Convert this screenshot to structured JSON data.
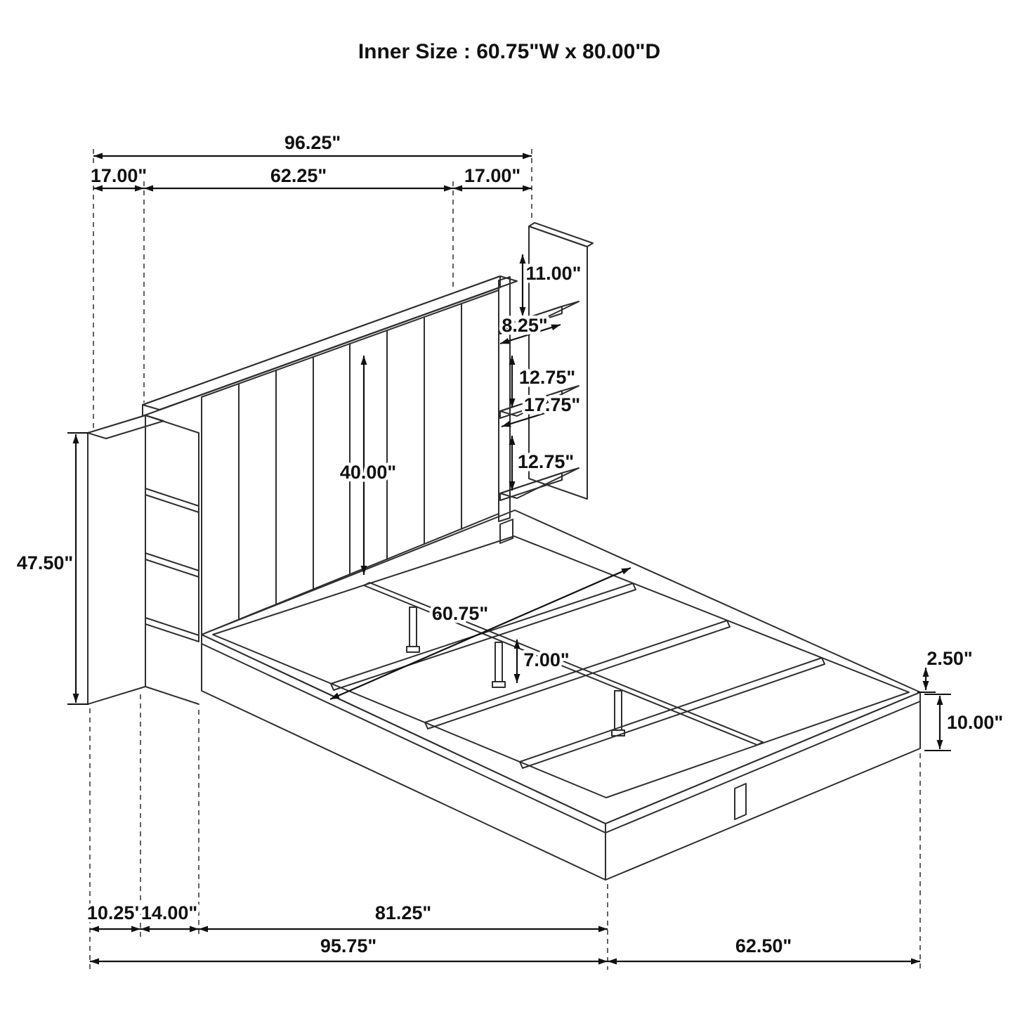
{
  "title": "Inner Size : 60.75\"W x 80.00\"D",
  "colors": {
    "line": "#2e2e2e",
    "dimension": "#111111",
    "background": "#ffffff"
  },
  "dimensions": {
    "overall_width": "96.25\"",
    "left_pier_width": "17.00\"",
    "headboard_width": "62.25\"",
    "right_pier_width": "17.00\"",
    "pier_top_opening": "11.00\"",
    "shelf_depth": "8.25\"",
    "shelf_opening_upper": "12.75\"",
    "pier_depth": "17.75\"",
    "shelf_opening_lower": "12.75\"",
    "headboard_panel_height": "40.00\"",
    "pier_height": "47.50\"",
    "inner_width": "60.75\"",
    "center_leg_height": "7.00\"",
    "rail_lip": "2.50\"",
    "base_height": "10.00\"",
    "pier_base_depth": "10.25\"",
    "pier_front_depth": "14.00\"",
    "frame_length": "81.25\"",
    "overall_depth": "95.75\"",
    "frame_width": "62.50\""
  }
}
